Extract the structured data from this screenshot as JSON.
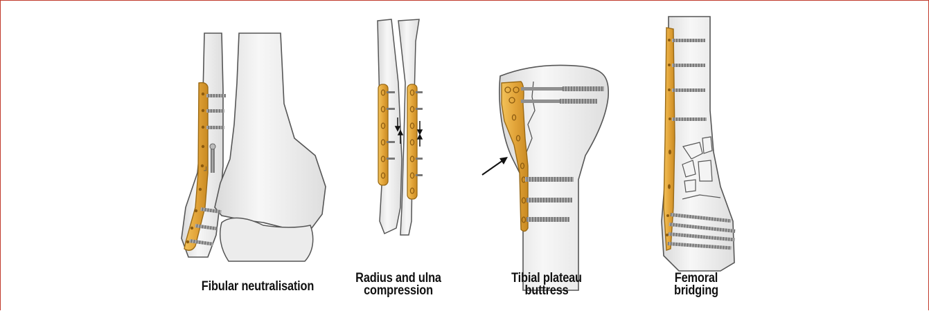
{
  "figure": {
    "panels": [
      {
        "caption_lines": [
          "Fibular neutralisation"
        ]
      },
      {
        "caption_lines": [
          "Radius and ulna",
          "compression"
        ]
      },
      {
        "caption_lines": [
          "Tibial plateau",
          "buttress"
        ]
      },
      {
        "caption_lines": [
          "Femoral",
          "bridging"
        ]
      }
    ]
  },
  "colors": {
    "frame": "#c0392b",
    "bone_fill": "#f1f1f1",
    "bone_outline": "#555555",
    "plate_fill": "#e2a73a",
    "plate_outline": "#9a6a16",
    "screw": "#8c8c8c",
    "caption": "#111111"
  }
}
